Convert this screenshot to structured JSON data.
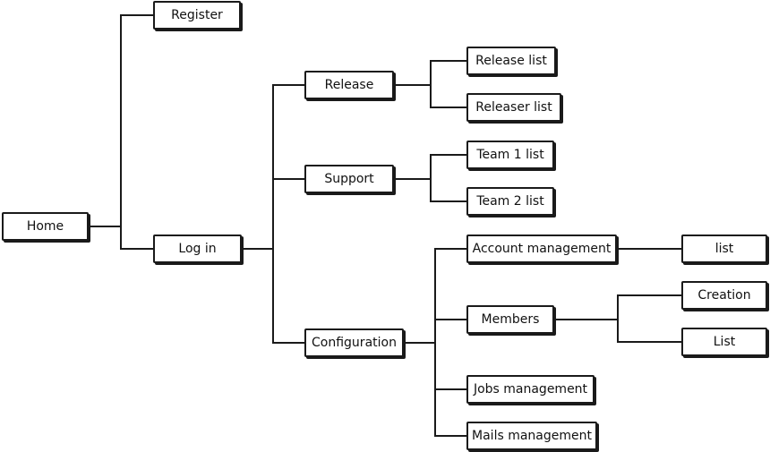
{
  "nodes": {
    "home": "Home",
    "register": "Register",
    "login": "Log in",
    "release": "Release",
    "support": "Support",
    "configuration": "Configuration",
    "release_list": "Release list",
    "releaser_list": "Releaser list",
    "team1_list": "Team 1 list",
    "team2_list": "Team 2 list",
    "account_management": "Account management",
    "members": "Members",
    "jobs_management": "Jobs management",
    "mails_management": "Mails management",
    "account_list": "list",
    "members_creation": "Creation",
    "members_list": "List"
  },
  "edges": [
    [
      "home",
      "register"
    ],
    [
      "home",
      "login"
    ],
    [
      "login",
      "release"
    ],
    [
      "login",
      "support"
    ],
    [
      "login",
      "configuration"
    ],
    [
      "release",
      "release_list"
    ],
    [
      "release",
      "releaser_list"
    ],
    [
      "support",
      "team1_list"
    ],
    [
      "support",
      "team2_list"
    ],
    [
      "configuration",
      "account_management"
    ],
    [
      "configuration",
      "members"
    ],
    [
      "configuration",
      "jobs_management"
    ],
    [
      "configuration",
      "mails_management"
    ],
    [
      "account_management",
      "account_list"
    ],
    [
      "members",
      "members_creation"
    ],
    [
      "members",
      "members_list"
    ]
  ]
}
